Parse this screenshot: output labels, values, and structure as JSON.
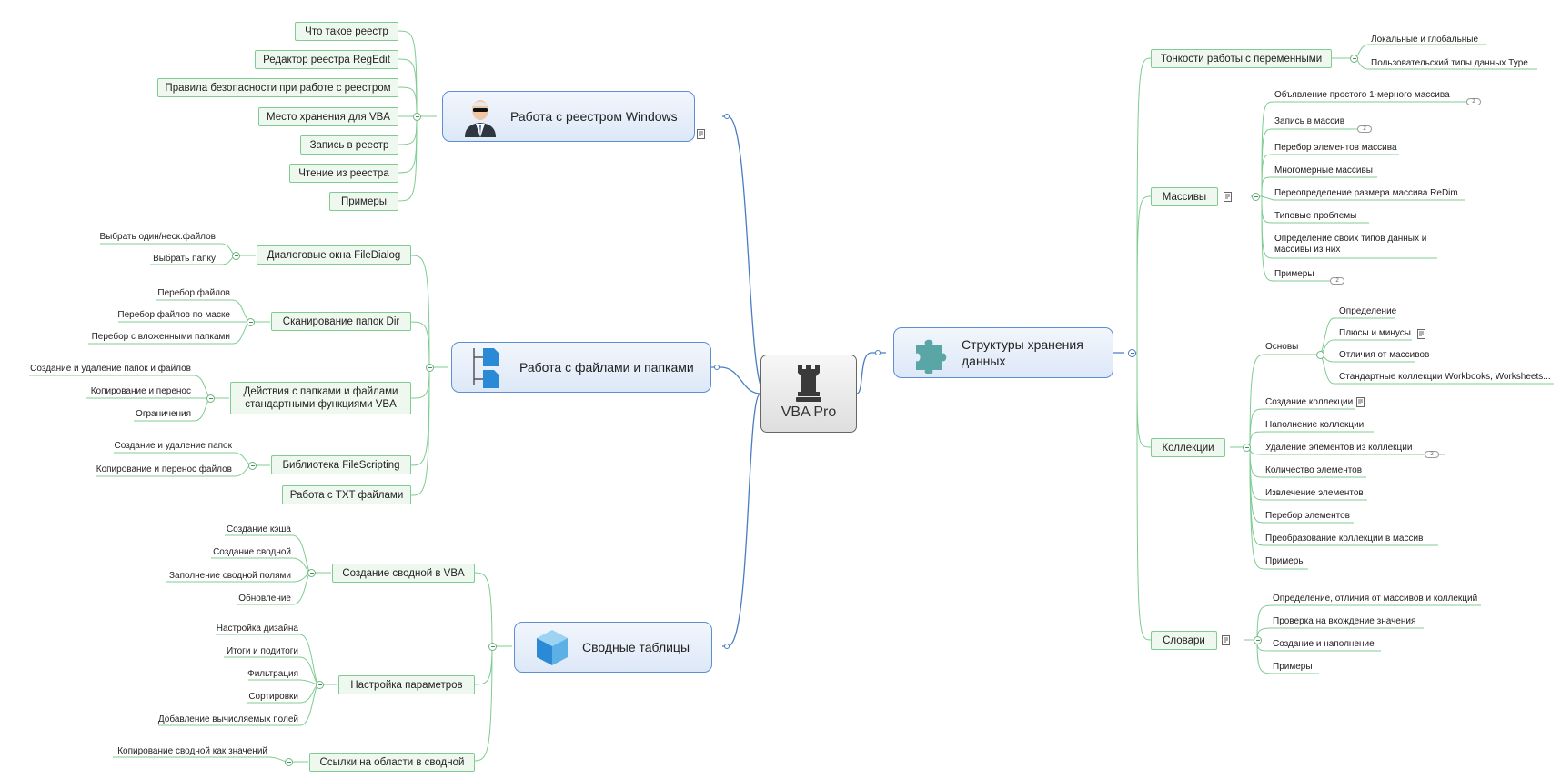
{
  "center": {
    "title": "VBA Pro",
    "icon": "rook-icon"
  },
  "colors": {
    "main_border": "#5b8fd0",
    "main_fill": "#e7eef9",
    "sub_border": "#7fcc92",
    "sub_fill": "#eef8ef",
    "line_blue": "#4a7cc2",
    "line_green": "#7fcc92"
  },
  "main": {
    "registry": {
      "label": "Работа с реестром Windows",
      "icon": "businessman-icon"
    },
    "files": {
      "label": "Работа с файлами и папками",
      "icon": "file-tree-icon"
    },
    "pivot": {
      "label": "Сводные таблицы",
      "icon": "cube-icon"
    },
    "storage": {
      "label": "Структуры хранения данных",
      "icon": "puzzle-icon"
    }
  },
  "registry": {
    "items": [
      "Что такое реестр",
      "Редактор реестра RegEdit",
      "Правила безопасности при работе с реестром",
      "Место хранения для VBA",
      "Запись в реестр",
      "Чтение из реестра",
      "Примеры"
    ]
  },
  "files": {
    "dialog": {
      "label": "Диалоговые окна FileDialog",
      "leaves": [
        "Выбрать один/неск.файлов",
        "Выбрать папку"
      ]
    },
    "dir": {
      "label": "Сканирование папок Dir",
      "leaves": [
        "Перебор файлов",
        "Перебор файлов по маске",
        "Перебор с вложенными папками"
      ]
    },
    "actions": {
      "label": "Действия с папками и файлами стандартными функциями VBA",
      "leaves": [
        "Создание и удаление папок и файлов",
        "Копирование и перенос",
        "Ограничения"
      ]
    },
    "fso": {
      "label": "Библиотека FileScripting",
      "leaves": [
        "Создание и удаление папок",
        "Копирование и перенос файлов"
      ]
    },
    "txt": {
      "label": "Работа с TXT файлами"
    }
  },
  "pivot": {
    "create": {
      "label": "Создание сводной в VBA",
      "leaves": [
        "Создание кэша",
        "Создание сводной",
        "Заполнение сводной полями",
        "Обновление"
      ]
    },
    "settings": {
      "label": "Настройка параметров",
      "leaves": [
        "Настройка дизайна",
        "Итоги и подитоги",
        "Фильтрация",
        "Сортировки",
        "Добавление вычисляемых полей"
      ]
    },
    "links": {
      "label": "Ссылки на области в сводной",
      "leaves": [
        "Копирование сводной как значений"
      ]
    }
  },
  "storage": {
    "variables": {
      "label": "Тонкости работы с переменными",
      "leaves": [
        "Локальные и глобальные",
        "Пользовательский типы данных Type"
      ]
    },
    "arrays": {
      "label": "Массивы",
      "leaves": [
        "Объявление простого 1-мерного массива",
        "Запись в массив",
        "Перебор элементов массива",
        "Многомерные массивы",
        "Переопределение размера массива ReDim",
        "Типовые проблемы",
        "Определение своих типов данных и массивы из них",
        "Примеры"
      ],
      "badges": [
        "2",
        "2",
        "2"
      ]
    },
    "collections": {
      "label": "Коллекции",
      "basics": {
        "label": "Основы",
        "leaves": [
          "Определение",
          "Плюсы и минусы",
          "Отличия от массивов",
          "Стандартные коллекции Workbooks, Worksheets..."
        ]
      },
      "leaves": [
        "Создание коллекции",
        "Наполнение коллекции",
        "Удаление элементов из коллекции",
        "Количество элементов",
        "Извлечение элементов",
        "Перебор элементов",
        "Преобразование коллекции в массив",
        "Примеры"
      ],
      "badge": "2"
    },
    "dicts": {
      "label": "Словари",
      "leaves": [
        "Определение, отличия от массивов и коллекций",
        "Проверка на вхождение значения",
        "Создание и наполнение",
        "Примеры"
      ]
    }
  }
}
